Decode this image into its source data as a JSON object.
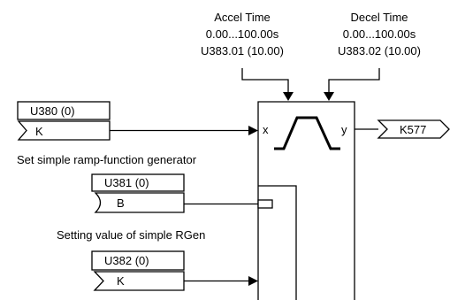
{
  "accel": {
    "title": "Accel Time",
    "range": "0.00...100.00s",
    "param": "U383.01 (10.00)"
  },
  "decel": {
    "title": "Decel Time",
    "range": "0.00...100.00s",
    "param": "U383.02 (10.00)"
  },
  "block": {
    "input_label": "x",
    "output_label": "y"
  },
  "output_connector": {
    "label": "K577"
  },
  "inputs": [
    {
      "param": "U380 (0)",
      "type": "K",
      "caption": "Set simple ramp-function generator"
    },
    {
      "param": "U381 (0)",
      "type": "B",
      "caption": "Setting value of simple RGen"
    },
    {
      "param": "U382 (0)",
      "type": "K",
      "caption": ""
    }
  ]
}
